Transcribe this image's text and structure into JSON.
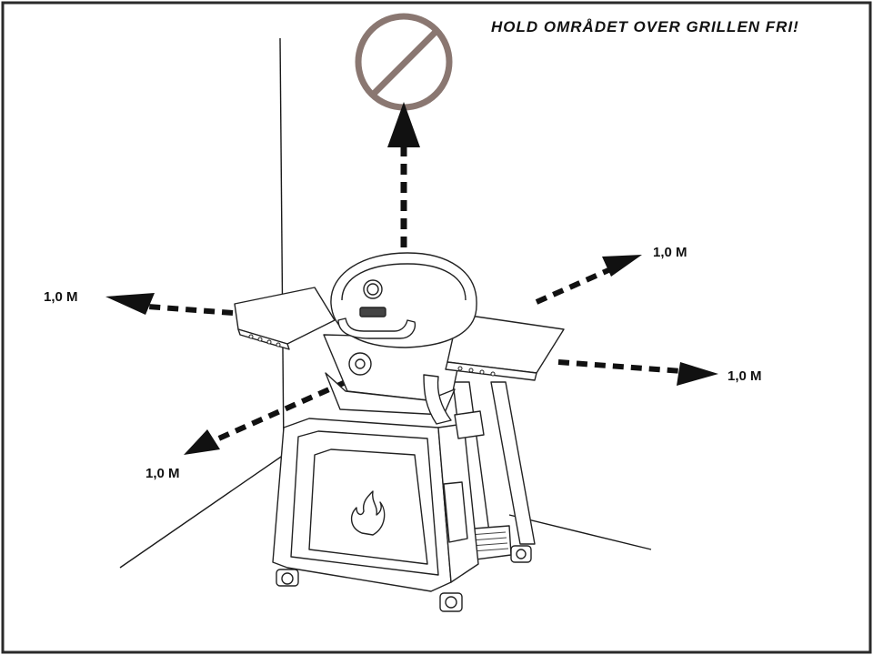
{
  "warning": {
    "title": "HOLD OMRÅDET OVER GRILLEN FRI!"
  },
  "distances": {
    "left": "1,0 M",
    "right": "1,0 M",
    "front_right": "1,0 M",
    "front_left": "1,0 M"
  },
  "icons": {
    "prohibition": "prohibition-icon",
    "grill_logo": "flame-logo-icon"
  },
  "colors": {
    "prohibition_ring": "#8a7771",
    "line": "#1a1a1a",
    "frame": "#2a2a2a"
  }
}
